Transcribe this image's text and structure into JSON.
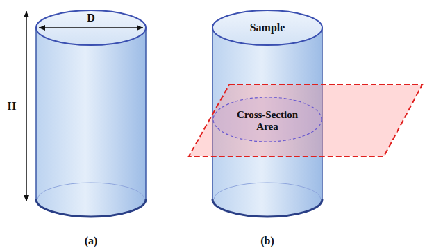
{
  "diagram": {
    "nodes": [
      {
        "text": [
          "Sample"
        ]
      },
      {
        "text": [
          "Cross-Section Area"
        ],
        "in": 0
      }
    ],
    "labels": [
      "D",
      "H",
      "(a)",
      "(b)"
    ]
  }
}
